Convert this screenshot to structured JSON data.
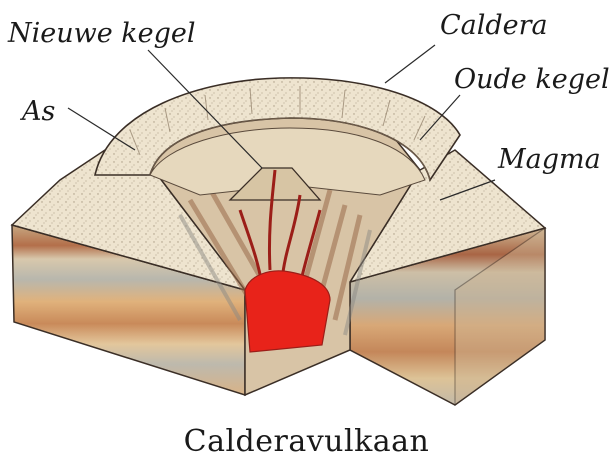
{
  "labels": {
    "new_cone": "Nieuwe kegel",
    "caldera": "Caldera",
    "old_cone": "Oude kegel",
    "ash": "As",
    "magma": "Magma"
  },
  "title": "Calderavulkaan",
  "colors": {
    "magma": "#e8231a",
    "rim": "#efe6d2",
    "stratum_tan": "#d9a877",
    "stratum_gray": "#b9b8ae",
    "stratum_brown": "#b9744a",
    "outline": "#3a2e26"
  }
}
